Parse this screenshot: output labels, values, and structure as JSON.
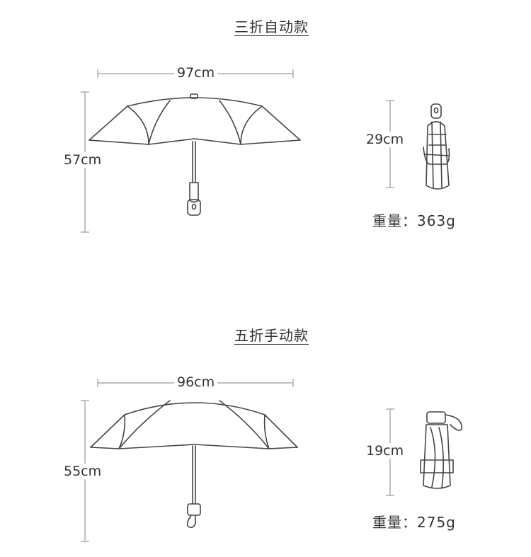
{
  "models": [
    {
      "title": "三折自动款",
      "open_width": "97cm",
      "open_height": "57cm",
      "folded_length": "29cm",
      "weight_label": "重量：",
      "weight_value": "363g"
    },
    {
      "title": "五折手动款",
      "open_width": "96cm",
      "open_height": "55cm",
      "folded_length": "19cm",
      "weight_label": "重量：",
      "weight_value": "275g"
    }
  ],
  "colors": {
    "line": "#444444",
    "text": "#333333",
    "dim_line": "#999999"
  }
}
